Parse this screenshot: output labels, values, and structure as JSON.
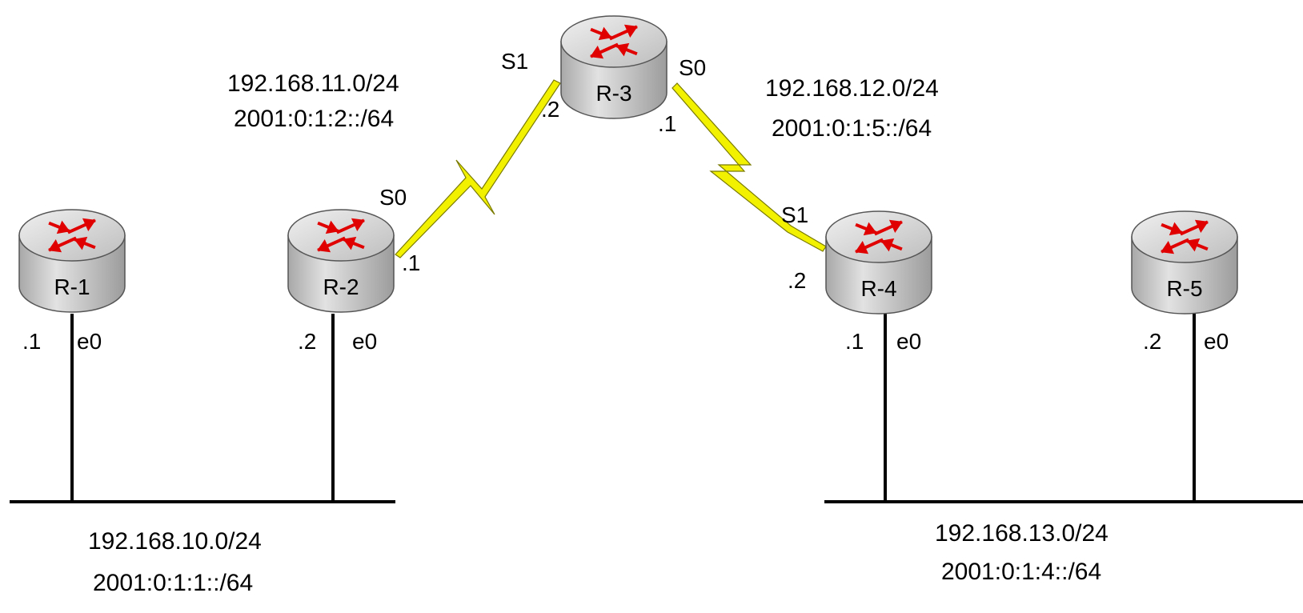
{
  "colors": {
    "router_top": "#d4d4d4",
    "router_side": "#c2c2c2",
    "router_arrow": "#e00000",
    "serial_link": "#f4f400",
    "serial_outline": "#8a8a00",
    "line": "#000000",
    "background": "#ffffff"
  },
  "icons": {
    "router": "router-icon",
    "serial_link": "lightning-bolt-serial-link-icon"
  },
  "routers": [
    {
      "name": "R-1"
    },
    {
      "name": "R-2"
    },
    {
      "name": "R-3"
    },
    {
      "name": "R-4"
    },
    {
      "name": "R-5"
    }
  ],
  "networks": {
    "lan_left": {
      "ipv4": "192.168.10.0/24",
      "ipv6": "2001:0:1:1::/64"
    },
    "lan_right": {
      "ipv4": "192.168.13.0/24",
      "ipv6": "2001:0:1:4::/64"
    },
    "wan_left": {
      "ipv4": "192.168.11.0/24",
      "ipv6": "2001:0:1:2::/64"
    },
    "wan_right": {
      "ipv4": "192.168.12.0/24",
      "ipv6": "2001:0:1:5::/64"
    }
  },
  "interfaces": {
    "r1_e0": {
      "port": "e0",
      "host": ".1"
    },
    "r2_e0": {
      "port": "e0",
      "host": ".2"
    },
    "r4_e0": {
      "port": "e0",
      "host": ".1"
    },
    "r5_e0": {
      "port": "e0",
      "host": ".2"
    },
    "r2_s0": {
      "port": "S0",
      "host": ".1"
    },
    "r3_s1": {
      "port": "S1",
      "host": ".2"
    },
    "r3_s0": {
      "port": "S0",
      "host": ".1"
    },
    "r4_s1": {
      "port": "S1",
      "host": ".2"
    }
  }
}
